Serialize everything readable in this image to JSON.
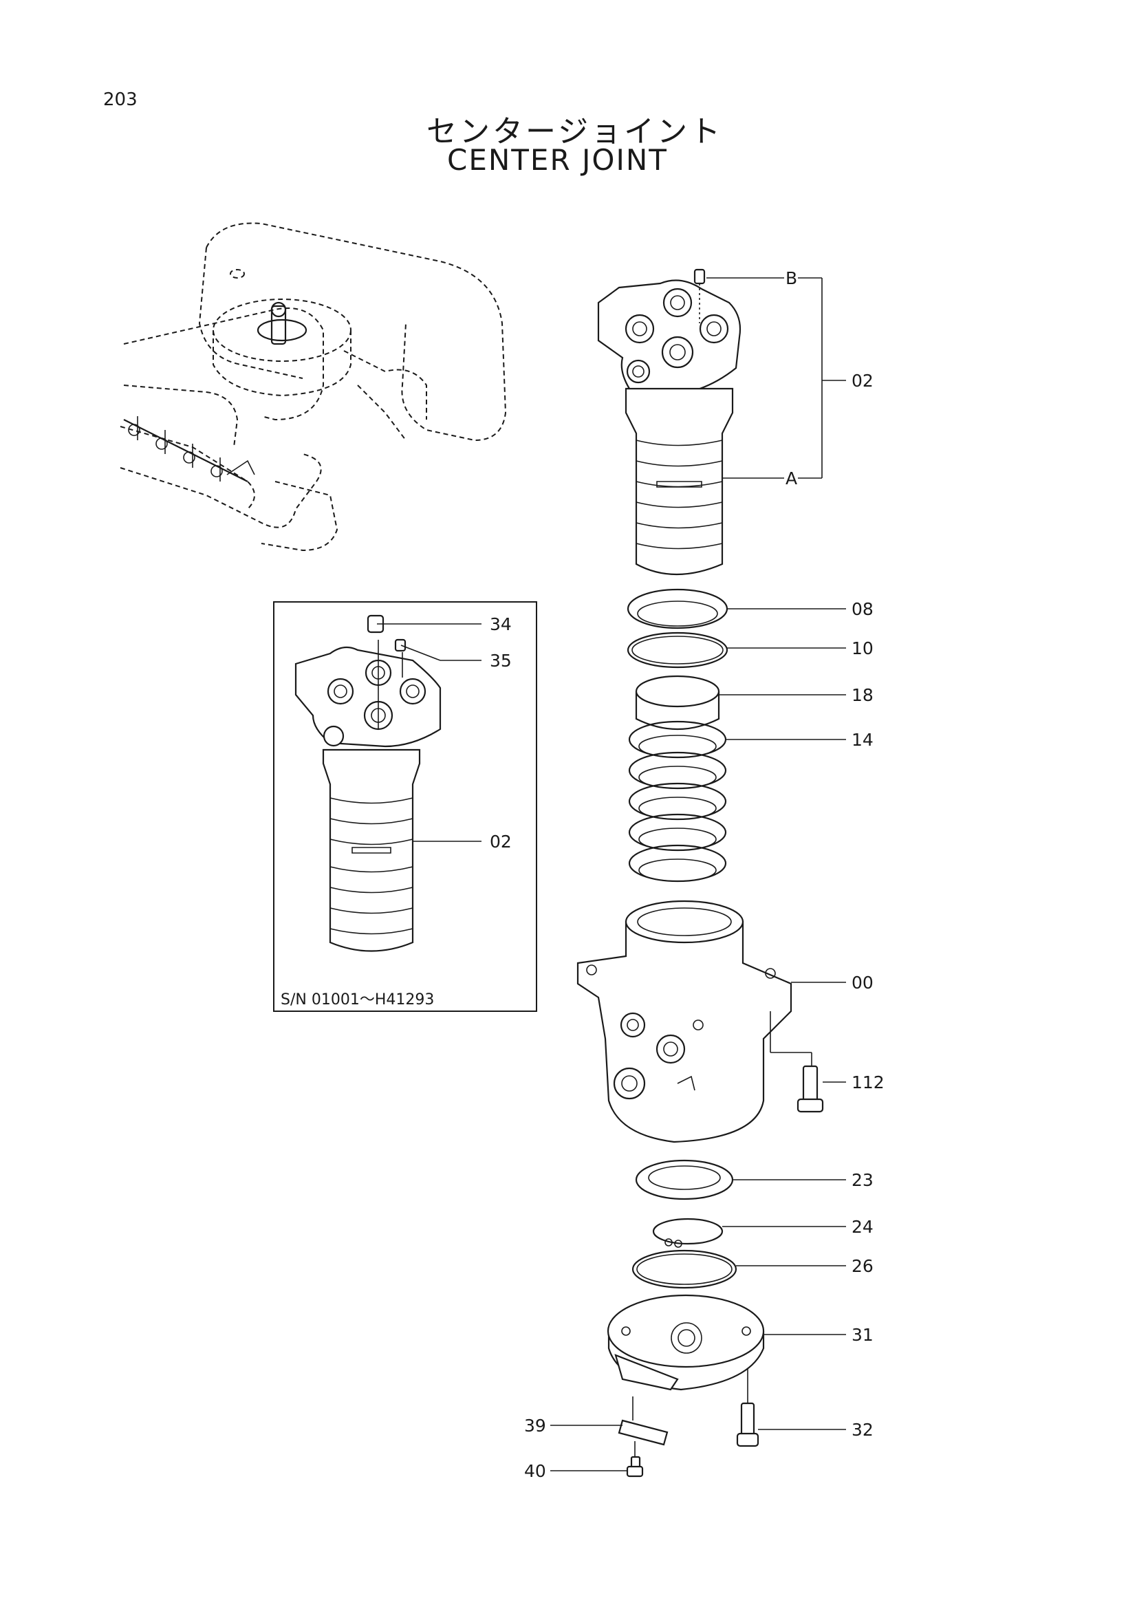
{
  "page_number": "203",
  "title_jp": "センタージョイント",
  "title_en": "CENTER JOINT",
  "inset_note": "S/N 01001～H41293",
  "callouts": {
    "B": "B",
    "A": "A",
    "p02": "02",
    "p08": "08",
    "p10": "10",
    "p18": "18",
    "p14": "14",
    "p00": "00",
    "p112": "112",
    "p23": "23",
    "p24": "24",
    "p26": "26",
    "p31": "31",
    "p32": "32",
    "p39": "39",
    "p40": "40",
    "inset_34": "34",
    "inset_35": "35",
    "inset_02": "02"
  }
}
